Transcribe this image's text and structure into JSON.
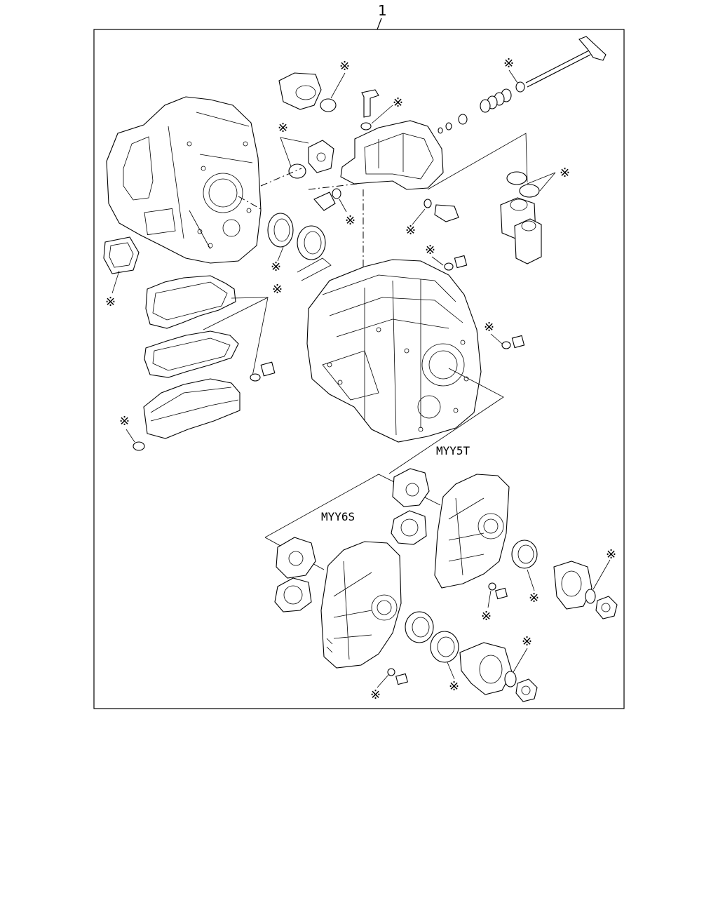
{
  "diagram": {
    "ref_number": "1",
    "variant_labels": {
      "myy5t": "MYY5T",
      "myy6s": "MYY6S"
    },
    "asterisk_symbol": "※",
    "colors": {
      "line": "#000000",
      "background": "#ffffff"
    }
  }
}
